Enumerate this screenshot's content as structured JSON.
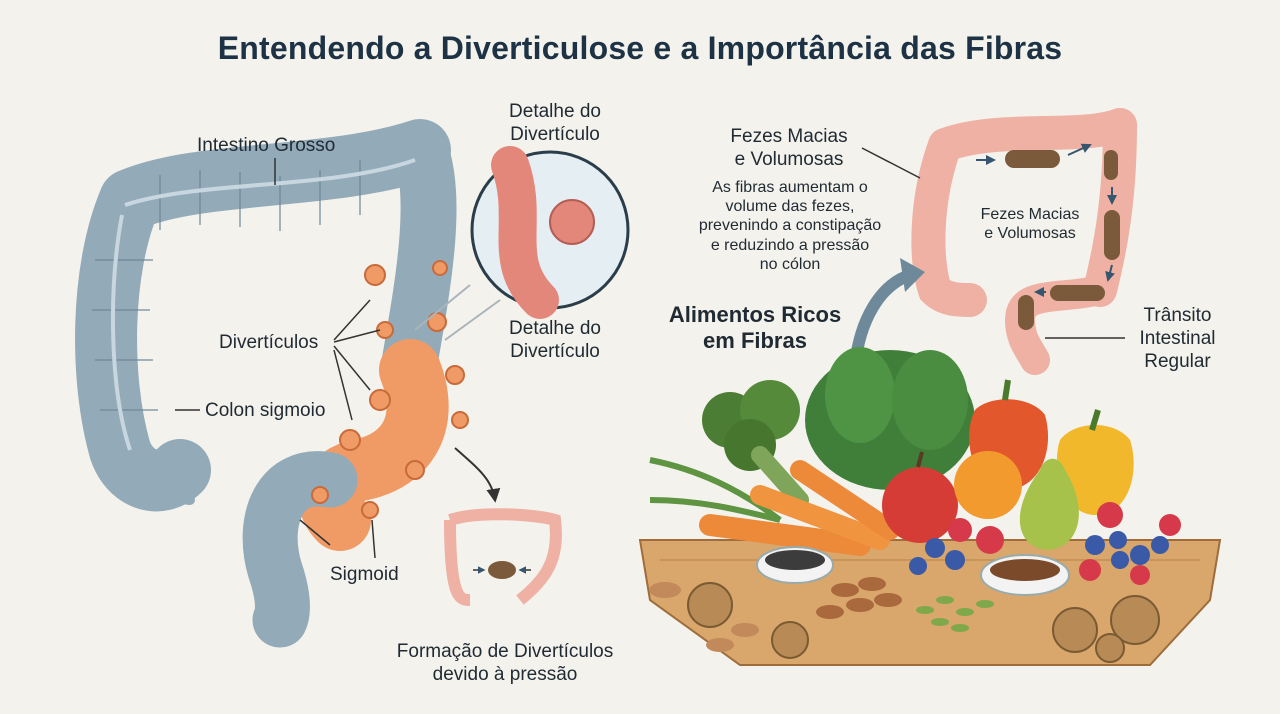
{
  "title": "Entendendo a Diverticulose e a Importância das Fibras",
  "left": {
    "intestino_grosso": "Intestino Grosso",
    "diverticulos": "Divertículos",
    "colon_sigmoio": "Colon sigmoio",
    "sigmoid": "Sigmoid",
    "detalhe_top": [
      "Detalhe do",
      "Divertículo"
    ],
    "detalhe_mid": [
      "Detalhe do",
      "Divertículo"
    ],
    "formacao": [
      "Formação de Divertículos",
      "devido à pressão"
    ]
  },
  "right": {
    "fezes_macias_1": [
      "Fezes Macias",
      "e Volumosas"
    ],
    "fibras_text": [
      "As fibras aumentam o",
      "volume das fezes,",
      "prevenindo a constipação",
      "e reduzindo a pressão",
      "no cólon"
    ],
    "fezes_macias_2": [
      "Fezes Macias",
      "e Volumosas"
    ],
    "transito": [
      "Trânsito",
      "Intestinal",
      "Regular"
    ],
    "alimentos": [
      "Alimentos Ricos",
      "em Fibras"
    ]
  },
  "colors": {
    "colon_blue": "#93aab8",
    "colon_orange": "#f09a66",
    "colon_pink": "#eeb1a4",
    "stool_brown": "#7a5a3a",
    "board_wood": "#d9a66c"
  }
}
